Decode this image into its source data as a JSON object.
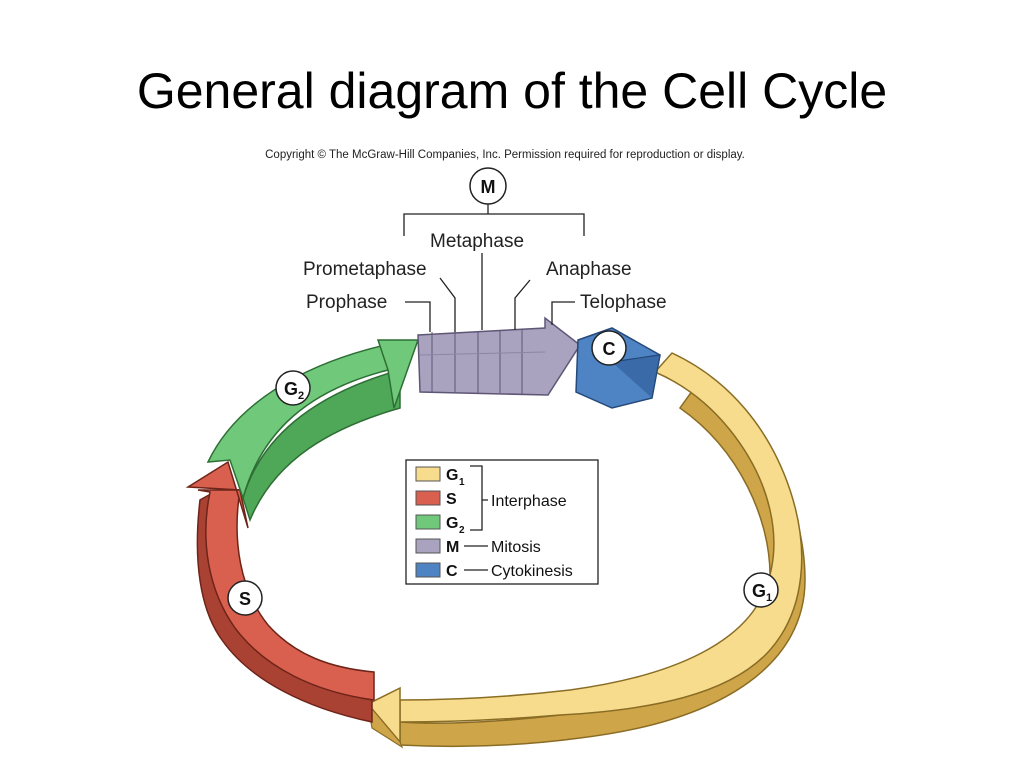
{
  "title": "General diagram of the Cell Cycle",
  "copyright": "Copyright © The McGraw-Hill Companies, Inc. Permission required for reproduction or display.",
  "colors": {
    "g1": "#f7dc8e",
    "s": "#d9604e",
    "g2": "#70c97a",
    "m": "#a9a3bf",
    "c": "#4f84c4"
  },
  "mitosis": {
    "badge": "M",
    "phases": [
      "Prophase",
      "Prometaphase",
      "Metaphase",
      "Anaphase",
      "Telophase"
    ]
  },
  "cycle_badges": {
    "g1": {
      "letter": "G",
      "sub": "1"
    },
    "s": {
      "letter": "S"
    },
    "g2": {
      "letter": "G",
      "sub": "2"
    },
    "c": {
      "letter": "C"
    }
  },
  "legend": {
    "items": [
      {
        "code": "G",
        "sub": "1"
      },
      {
        "code": "S"
      },
      {
        "code": "G",
        "sub": "2"
      },
      {
        "code": "M"
      },
      {
        "code": "C"
      }
    ],
    "interphase": "Interphase",
    "mitosis": "Mitosis",
    "cytokinesis": "Cytokinesis"
  }
}
